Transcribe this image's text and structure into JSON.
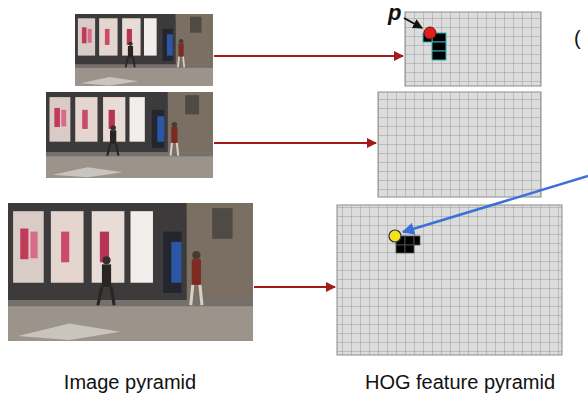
{
  "diagram": {
    "labels": [
      "p",
      "(",
      "Image pyramid",
      "HOG feature pyramid"
    ]
  }
}
